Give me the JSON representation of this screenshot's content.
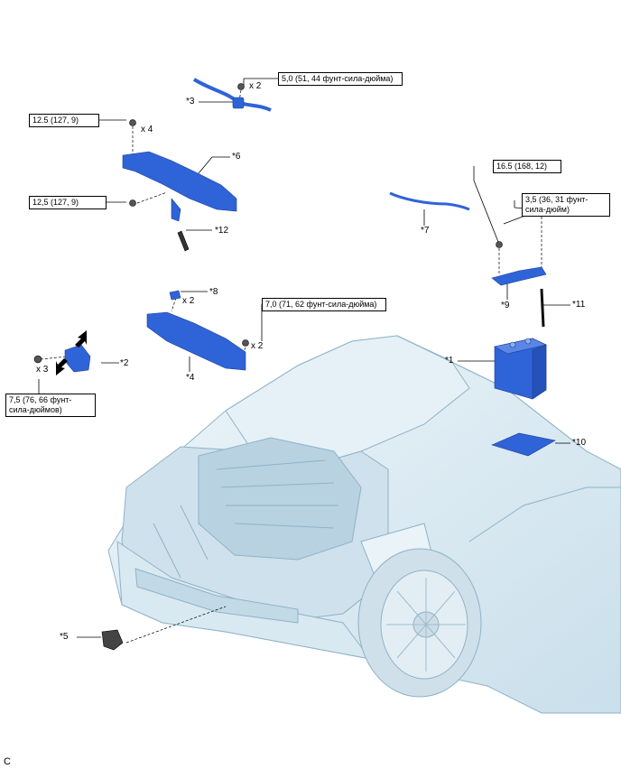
{
  "diagram": {
    "callouts": {
      "p1": "*1",
      "p2": "*2",
      "p3": "*3",
      "p4": "*4",
      "p5": "*5",
      "p6": "*6",
      "p7": "*7",
      "p8": "*8",
      "p9": "*9",
      "p10": "*10",
      "p11": "*11",
      "p12": "*12"
    },
    "torques": {
      "t_p3": "5,0 (51, 44 фунт-сила-дюйма)",
      "t_p6_top": "12.5 (127, 9)",
      "t_p6_side": "12,5 (127, 9)",
      "t_p4": "7,0 (71, 62 фунт-сила-дюйма)",
      "t_p2": "7,5 (76, 66 фунт-сила-дюймов)",
      "t_p9": "16.5 (168, 12)",
      "t_p11": "3,5 (36, 31 фунт-сила-дюйм)"
    },
    "quantities": {
      "q_p3": "x 2",
      "q_p6": "x 4",
      "q_p8": "x 2",
      "q_p4": "x 2",
      "q_p2": "x 3"
    },
    "corner_mark": "C"
  },
  "colors": {
    "part_blue": "#2f63d8",
    "car_body": "#dcebf3",
    "car_line": "#8fb3c6"
  }
}
